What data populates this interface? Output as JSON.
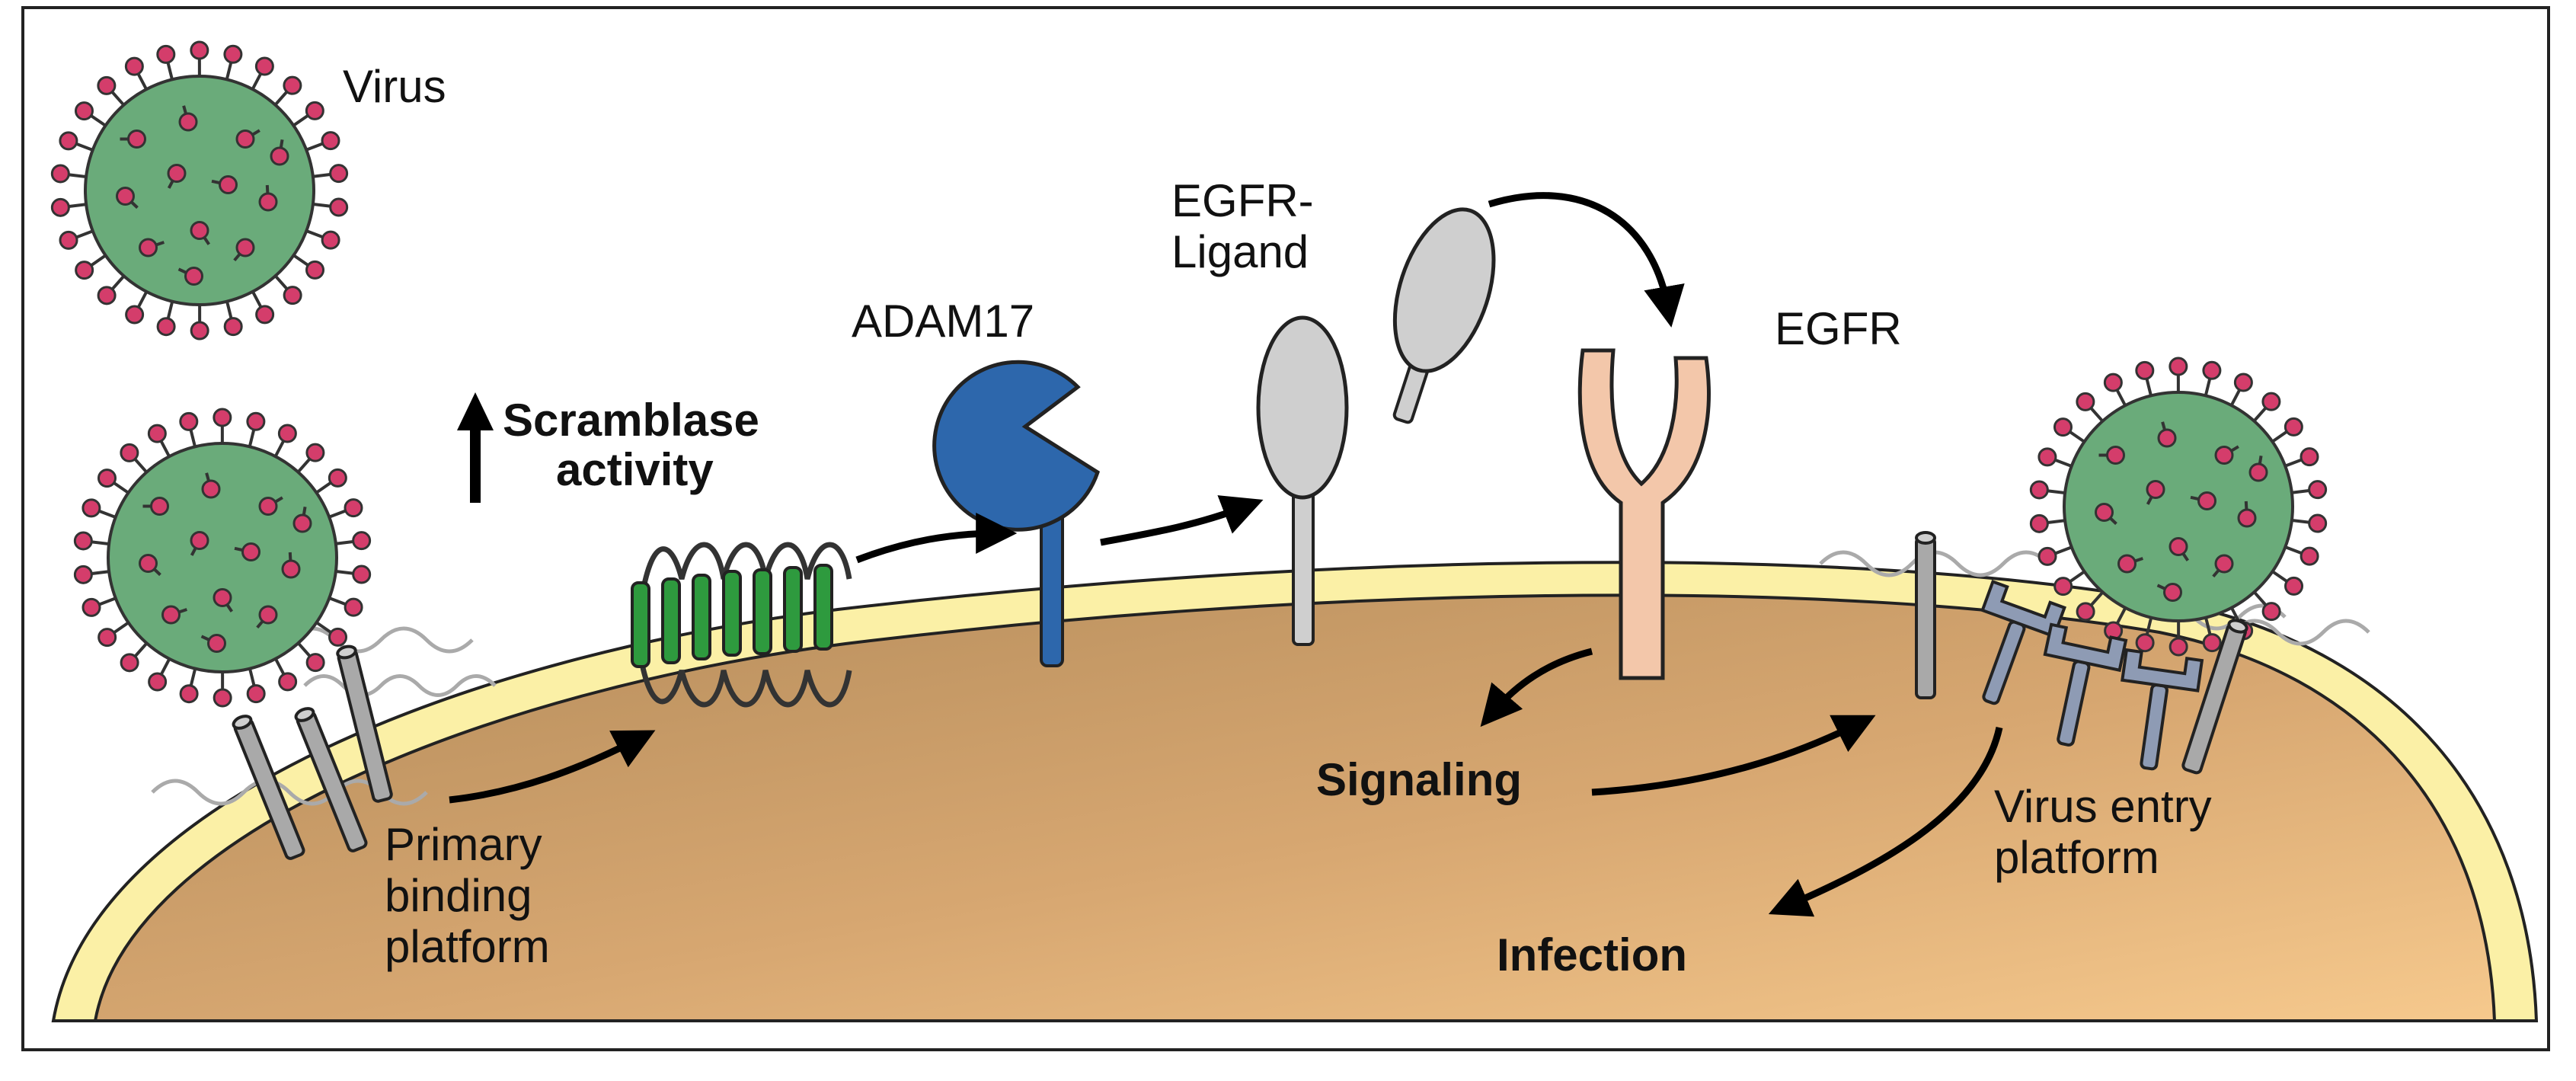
{
  "labels": {
    "virus": "Virus",
    "scramblase_line1": "Scramblase",
    "scramblase_line2": "activity",
    "adam17": "ADAM17",
    "egfr_ligand_line1": "EGFR-",
    "egfr_ligand_line2": "Ligand",
    "egfr": "EGFR",
    "signaling": "Signaling",
    "infection": "Infection",
    "primary_line1": "Primary",
    "primary_line2": "binding",
    "primary_line3": "platform",
    "entry_line1": "Virus entry",
    "entry_line2": "platform"
  },
  "colors": {
    "virus_body": "#6aab7a",
    "virus_spike": "#d43d6b",
    "cell_fill_top": "#b8905e",
    "cell_fill_bottom": "#f3c488",
    "membrane": "#fbf0a6",
    "scramblase": "#2e9a3e",
    "adam17": "#2d67ac",
    "ligand": "#cfcfcf",
    "egfr": "#f3c7aa",
    "receptor_rod": "#a9a9a9",
    "entry_receptor": "#8e9bb4"
  }
}
